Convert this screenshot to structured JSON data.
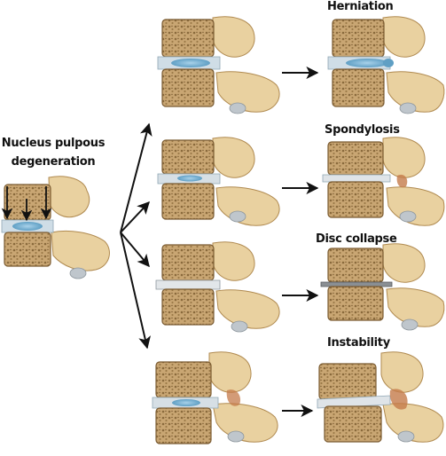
{
  "source": {
    "title_line1": "Nucleus pulpous",
    "title_line2": "degeneration"
  },
  "outcomes": [
    {
      "label": "Herniation"
    },
    {
      "label": "Spondylosis"
    },
    {
      "label": "Disc collapse"
    },
    {
      "label": "Instability"
    }
  ],
  "colors": {
    "bone": "#e9d1a0",
    "bone_outline": "#b08a50",
    "vertebral_body": "#c9a673",
    "trabecular": "#8a6a3c",
    "disc": "#cfdde6",
    "nucleus": "#7fb6d6",
    "nerve": "#bfc6cc",
    "osteophyte": "#c47a4a",
    "arrow": "#111111"
  }
}
